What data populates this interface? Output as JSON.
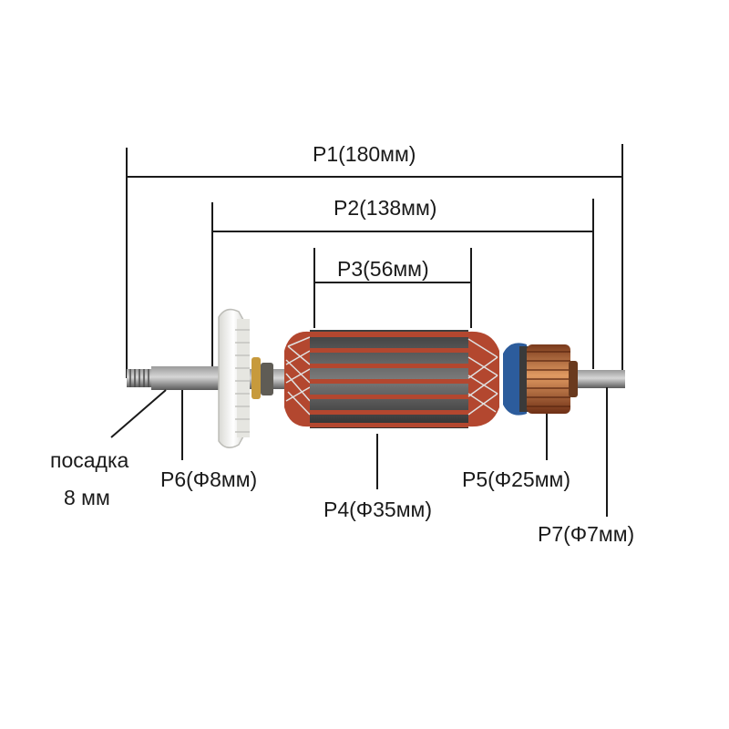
{
  "labels": {
    "p1": "P1(180мм)",
    "p2": "P2(138мм)",
    "p3": "P3(56мм)",
    "p4": "P4(Φ35мм)",
    "p5": "P5(Φ25мм)",
    "p6": "P6(Φ8мм)",
    "p7": "P7(Φ7мм)",
    "fit_line1": "посадка",
    "fit_line2": "8 мм"
  },
  "colors": {
    "background": "#ffffff",
    "lines": "#1a1a1a",
    "shaft": "#6f6f6f",
    "copper_winding": "#b3472f",
    "steel_core": "#5a5a5a",
    "commutator_copper": "#c26a3c",
    "insulator_blue": "#2c5c9c",
    "fan_white": "#f2f2ee"
  }
}
